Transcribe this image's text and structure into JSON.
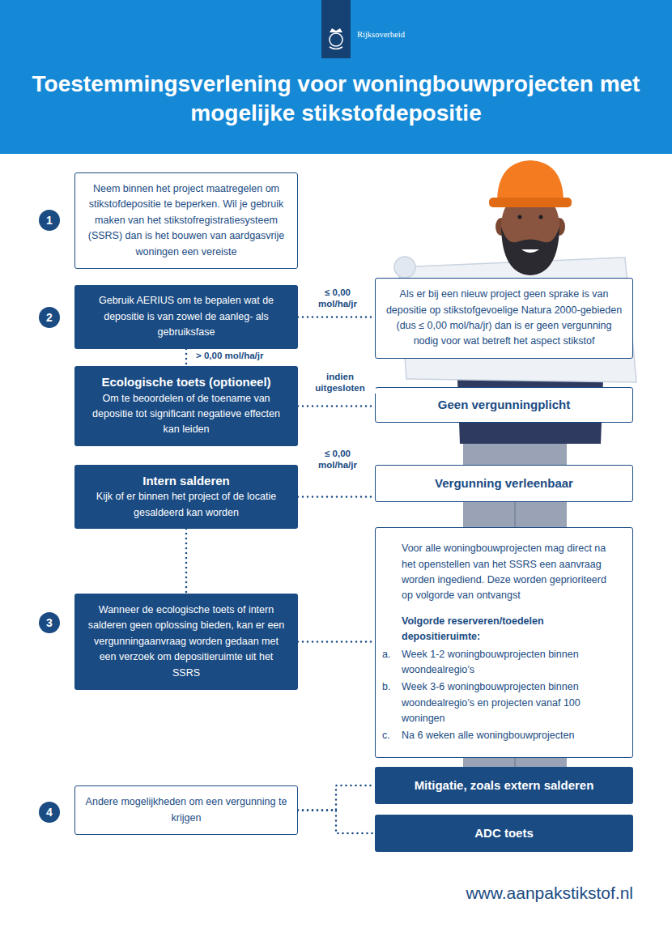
{
  "diagram": {
    "title": "Toestemmingsverlening voor woningbouwprojecten met mogelijke stikstofdepositie",
    "nodes": [
      {
        "text": [
          "1"
        ]
      },
      {
        "text": [
          "Neem binnen het project maatregelen om stikstofdepositie te beperken. Wil je gebruik maken van het stikstofregistratiesysteem (SSRS) dan is het bouwen van aardgasvrije woningen een vereiste"
        ]
      },
      {
        "text": [
          "2"
        ]
      },
      {
        "text": [
          "Gebruik AERIUS om te bepalen wat de depositie is van zowel de aanleg- als gebruiksfase"
        ]
      },
      {
        "text": [
          "Als er bij een nieuw project geen sprake is van depositie op stikstofgevoelige Natura 2000-gebieden (dus ≤ 0,00 mol/ha/jr) dan is er geen vergunning nodig voor wat betreft het aspect stikstof"
        ]
      },
      {
        "text": [
          "Ecologische toets (optioneel)",
          "Om te beoordelen of de toename van depositie tot significant negatieve effecten kan leiden"
        ]
      },
      {
        "text": [
          "Geen vergunningplicht"
        ]
      },
      {
        "text": [
          "Intern salderen",
          "Kijk of er binnen het project of de locatie gesaldeerd kan worden"
        ]
      },
      {
        "text": [
          "Vergunning verleenbaar"
        ]
      },
      {
        "text": [
          "3"
        ]
      },
      {
        "text": [
          "Wanneer de ecologische toets of intern salderen geen oplossing bieden, kan er een vergunningaanvraag worden gedaan met een verzoek om depositieruimte uit het SSRS"
        ]
      },
      {
        "text": [
          "Voor alle woningbouwprojecten mag direct na het openstellen van het SSRS een aanvraag worden ingediend. Deze worden geprioriteerd op volgorde van ontvangst",
          "Volgorde reserveren/toedelen depositieruimte:",
          "a.",
          "Week 1-2 woningbouwprojecten binnen woondealregio’s",
          "b.",
          "Week 3-6 woningbouwprojecten binnen woondealregio’s en projecten vanaf 100 woningen",
          "c.",
          "Na 6 weken alle woningbouwprojecten"
        ]
      },
      {
        "text": [
          "4"
        ]
      },
      {
        "text": [
          "Andere mogelijkheden om een vergunning te krijgen"
        ]
      },
      {
        "text": [
          "Mitigatie, zoals extern salderen"
        ]
      },
      {
        "text": [
          "ADC toets"
        ]
      }
    ],
    "edges": [
      {
        "from": 3,
        "to": 4,
        "label": "≤ 0,00 mol/ha/jr",
        "arrow": "none"
      },
      {
        "from": 3,
        "to": 5,
        "label": "> 0,00 mol/ha/jr",
        "arrow": "none"
      },
      {
        "from": 5,
        "to": 6,
        "label": "indien uitgesloten",
        "arrow": "none"
      },
      {
        "from": 7,
        "to": 8,
        "label": "≤ 0,00 mol/ha/jr",
        "arrow": "none"
      },
      {
        "from": 7,
        "to": 10,
        "arrow": "none"
      },
      {
        "from": 10,
        "to": 11,
        "arrow": "none"
      },
      {
        "from": 13,
        "to": 14,
        "arrow": "none"
      },
      {
        "from": 13,
        "to": 15,
        "arrow": "none"
      }
    ],
    "labels": [
      "Rijksoverheid",
      "www.aanpakstikstof.nl"
    ]
  }
}
